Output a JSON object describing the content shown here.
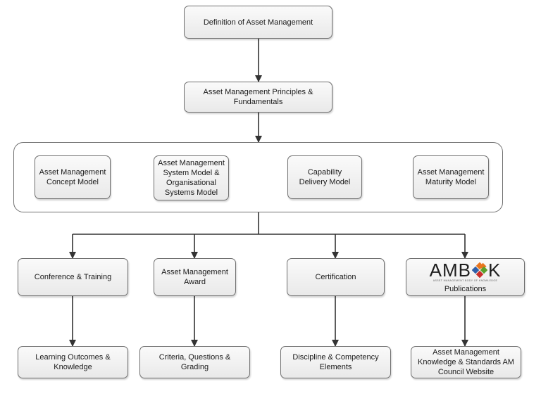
{
  "nodes": {
    "definition": "Definition of Asset Management",
    "principles": "Asset Management Principles & Fundamentals",
    "concept_model": "Asset Management Concept Model",
    "system_model": "Asset Management System Model & Organisational Systems Model",
    "capability_delivery": "Capability Delivery Model",
    "maturity_model": "Asset Management Maturity Model",
    "conference": "Conference & Training",
    "award": "Asset Management Award",
    "certification": "Certification",
    "publications": "Publications",
    "learning_outcomes": "Learning Outcomes & Knowledge",
    "criteria": "Criteria, Questions & Grading",
    "discipline": "Discipline & Competency Elements",
    "knowledge_standards": "Asset Management Knowledge & Standards AM Council Website"
  },
  "logo": {
    "left": "AMB",
    "right": "K",
    "tagline": "ASSET MANAGEMENT BODY OF KNOWLEDGE"
  },
  "colors": {
    "line": "#333333",
    "box_border": "#6f6f6f",
    "box_fill_top": "#fafafa",
    "box_fill_bottom": "#e9e9e9",
    "logo_orange": "#e8761f",
    "logo_green": "#5aa02c",
    "logo_red": "#c9302c",
    "logo_blue": "#2f5fa8"
  }
}
